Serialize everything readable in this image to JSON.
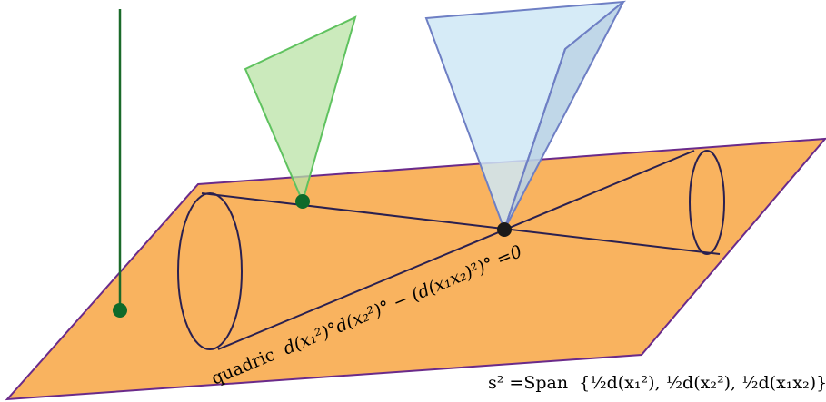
{
  "colors": {
    "plane_fill": "#f9b35f",
    "plane_stroke": "#6a2a8a",
    "green_line": "#1a6a2a",
    "green_dot": "#0f6a2a",
    "green_tri_fill": "#b9e3a5",
    "green_tri_stroke": "#5fc25f",
    "blue_fill": "#cfe8f6",
    "blue_stroke": "#6e7fc4",
    "dark_dot": "#1a1a1a",
    "cone_stroke": "#2a2050"
  },
  "labels": {
    "quadric_word": "quadric",
    "quadric_eq": "d(x₁²)°d(x₂²)° − (d(x₁x₂)²)° =0",
    "span_lhs": "s² =Span",
    "span_set": "{½d(x₁²), ½d(x₂²), ½d(x₁x₂)}"
  }
}
